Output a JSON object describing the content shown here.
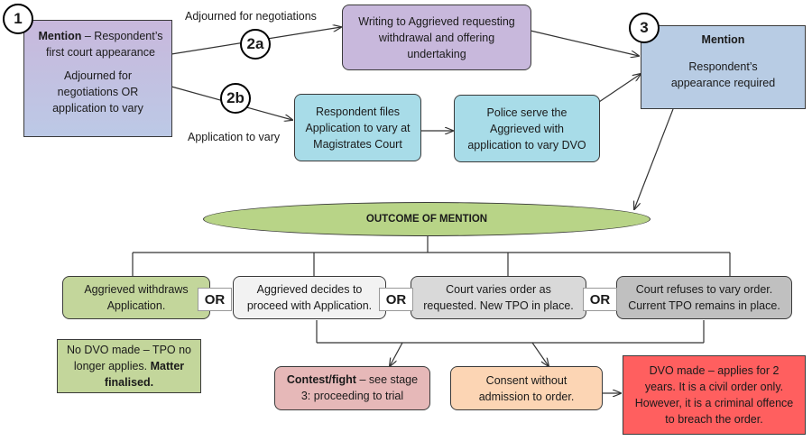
{
  "colors": {
    "purple": "#c8b8dc",
    "lightblue": "#a8dce8",
    "steelblue": "#b8cce4",
    "green": "#c3d69b",
    "oval": "#b8d487",
    "lightgray": "#f2f2f2",
    "gray": "#d9d9d9",
    "darkgray": "#c0c0c0",
    "pink": "#e6b8b8",
    "peach": "#fcd5b4",
    "red": "#ff5f5f"
  },
  "step_markers": {
    "s1": "1",
    "s2a": "2a",
    "s2b": "2b",
    "s3": "3"
  },
  "mention1": {
    "title": "Mention",
    "desc": "– Respondent’s first court appearance",
    "body": "Adjourned for negotiations OR application to vary"
  },
  "labels": {
    "adjourned": "Adjourned for negotiations",
    "application": "Application to vary"
  },
  "writing_box": "Writing to Aggrieved requesting withdrawal and offering undertaking",
  "respondent_files": "Respondent files Application to vary at Magistrates Court",
  "police_serve": "Police serve the Aggrieved with application to vary DVO",
  "mention3": {
    "title": "Mention",
    "body": "Respondent’s appearance required"
  },
  "outcome": "OUTCOME OF MENTION",
  "options": [
    "Aggrieved withdraws Application.",
    "Aggrieved decides to proceed with Application.",
    "Court varies order as requested. New TPO in place.",
    "Court refuses to vary order. Current TPO remains in place."
  ],
  "or_label": "OR",
  "no_dvo": {
    "text": "No DVO made – TPO no longer applies.",
    "bold": "Matter finalised."
  },
  "contest": {
    "bold": "Contest/fight",
    "text": "– see stage 3: proceeding to trial"
  },
  "consent": "Consent without admission to order.",
  "dvo_made": "DVO made – applies for 2 years. It is a civil order only. However, it is a criminal offence to breach the order."
}
